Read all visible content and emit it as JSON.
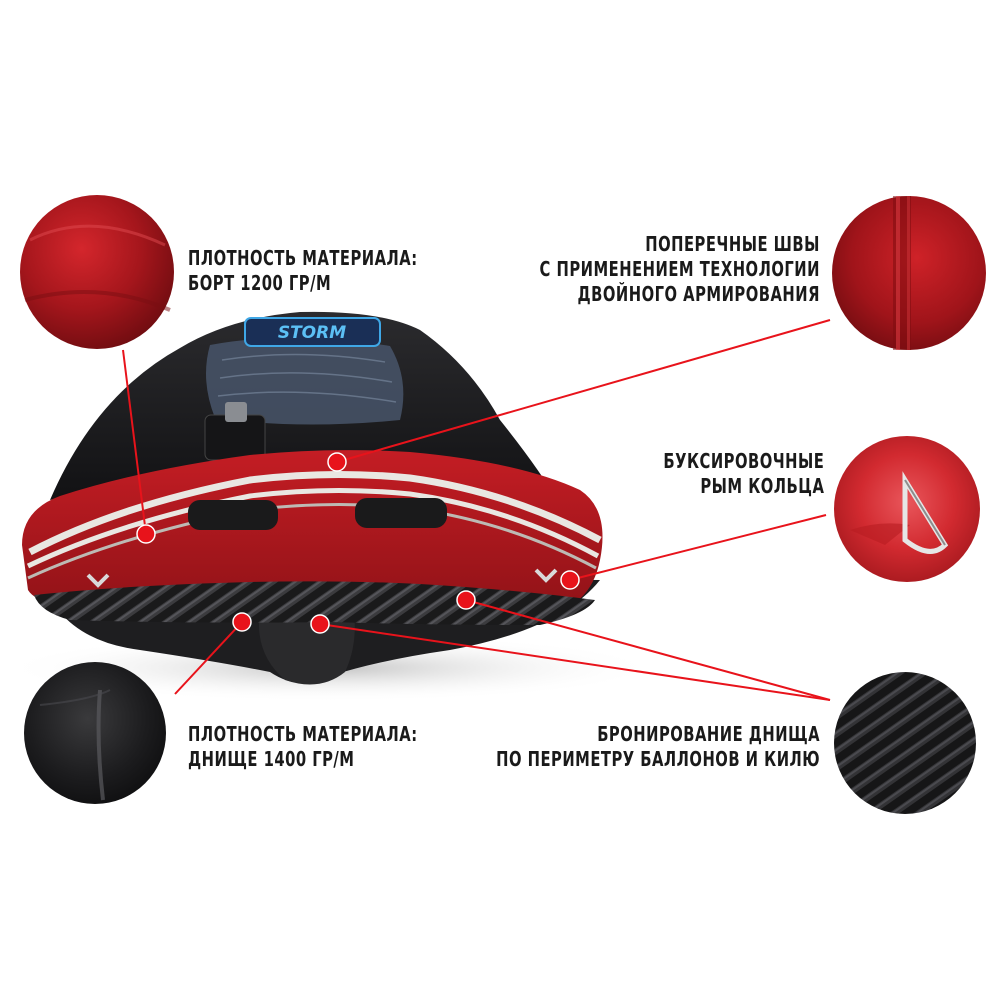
{
  "labels": {
    "side_material": {
      "line1": "ПЛОТНОСТЬ МАТЕРИАЛА:",
      "line2": "БОРТ 1200 ГР/М"
    },
    "seams": {
      "line1": "ПОПЕРЕЧНЫЕ ШВЫ",
      "line2": "С ПРИМЕНЕНИЕМ ТЕХНОЛОГИИ",
      "line3": "ДВОЙНОГО  АРМИРОВАНИЯ"
    },
    "tow_rings": {
      "line1": "БУКСИРОВОЧНЫЕ",
      "line2": "РЫМ КОЛЬЦА"
    },
    "bottom_material": {
      "line1": "ПЛОТНОСТЬ МАТЕРИАЛА:",
      "line2": "ДНИЩЕ 1400 ГР/М"
    },
    "bottom_armor": {
      "line1": "БРОНИРОВАНИЕ ДНИЩА",
      "line2": "ПО ПЕРИМЕТРУ БАЛЛОНОВ И КИЛЮ"
    }
  },
  "boat_logo": "STORM",
  "colors": {
    "accent_red": "#e8131b",
    "hull_red": "#b3151c",
    "cover_black": "#1c1c1e",
    "text": "#1a1a1a"
  }
}
